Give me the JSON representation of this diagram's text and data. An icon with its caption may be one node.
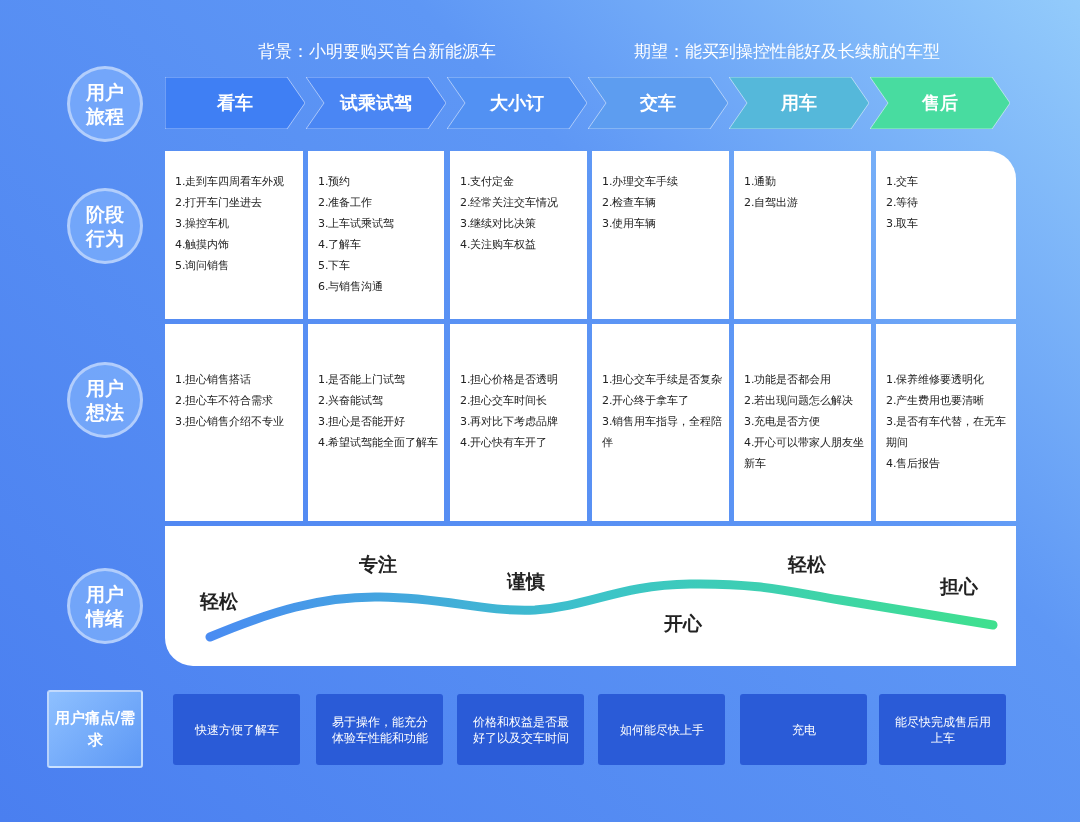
{
  "diagram": {
    "nodes": [
      {
        "text": [
          "用户旅程"
        ]
      },
      {
        "text": [
          "看车"
        ]
      },
      {
        "text": [
          "试乘试驾"
        ]
      },
      {
        "text": [
          "大小订"
        ]
      },
      {
        "text": [
          "交车"
        ]
      },
      {
        "text": [
          "用车"
        ]
      },
      {
        "text": [
          "售后"
        ]
      },
      {
        "text": [
          "阶段行为"
        ]
      },
      {
        "text": [
          "1.走到车四周看车外观",
          "2.打开车门坐进去",
          "3.操控车机",
          "4.触摸内饰",
          "5.询问销售"
        ]
      },
      {
        "text": [
          "1.预约",
          "2.准备工作",
          "3.上车试乘试驾",
          "4.了解车",
          "5.下车",
          "6.与销售沟通"
        ]
      },
      {
        "text": [
          "1.支付定金",
          "2.经常关注交车情况",
          "3.继续对比决策",
          "4.关注购车权益"
        ]
      },
      {
        "text": [
          "1.办理交车手续",
          "2.检查车辆",
          "3.使用车辆"
        ]
      },
      {
        "text": [
          "1.通勤",
          "2.自驾出游"
        ]
      },
      {
        "text": [
          "1.交车",
          "2.等待",
          "3.取车"
        ]
      },
      {
        "text": [
          "用户想法"
        ]
      },
      {
        "text": [
          "1.担心销售搭话",
          "2.担心车不符合需求",
          "3.担心销售介绍不专业"
        ]
      },
      {
        "text": [
          "1.是否能上门试驾",
          "2.兴奋能试驾",
          "3.担心是否能开好",
          "4.希望试驾能全面了解车"
        ]
      },
      {
        "text": [
          "1.担心价格是否透明",
          "2.担心交车时间长",
          "3.再对比下考虑品牌",
          "4.开心快有车开了"
        ]
      },
      {
        "text": [
          "1.担心交车手续是否复杂",
          "2.开心终于拿车了",
          "3.销售用车指导，全程陪伴"
        ]
      },
      {
        "text": [
          "1.功能是否都会用",
          "2.若出现问题怎么解决",
          "3.充电是否方便",
          "4.开心可以带家人朋友坐新车"
        ]
      },
      {
        "text": [
          "1.保养维修要透明化",
          "2.产生费用也要清晰",
          "3.是否有车代替，在无车期间",
          "4.售后报告"
        ]
      },
      {
        "text": [
          "用户情绪"
        ]
      },
      {
        "text": [],
        "shape": "box"
      },
      {
        "text": [
          "用户痛点/需求"
        ]
      },
      {
        "text": [
          "快速方便了解车"
        ]
      },
      {
        "text": [
          "易于操作，能充分体验车性能和功能"
        ]
      },
      {
        "text": [
          "价格和权益是否最好了以及交车时间"
        ]
      },
      {
        "text": [
          "如何能尽快上手"
        ]
      },
      {
        "text": [
          "充电"
        ]
      },
      {
        "text": [
          "能尽快完成售后用上车"
        ]
      }
    ],
    "labels": [
      "背景：小明要购买首台新能源车",
      "期望：能买到操控性能好及长续航的车型",
      "轻松",
      "专注",
      "谨慎",
      "开心",
      "轻松",
      "担心"
    ]
  }
}
